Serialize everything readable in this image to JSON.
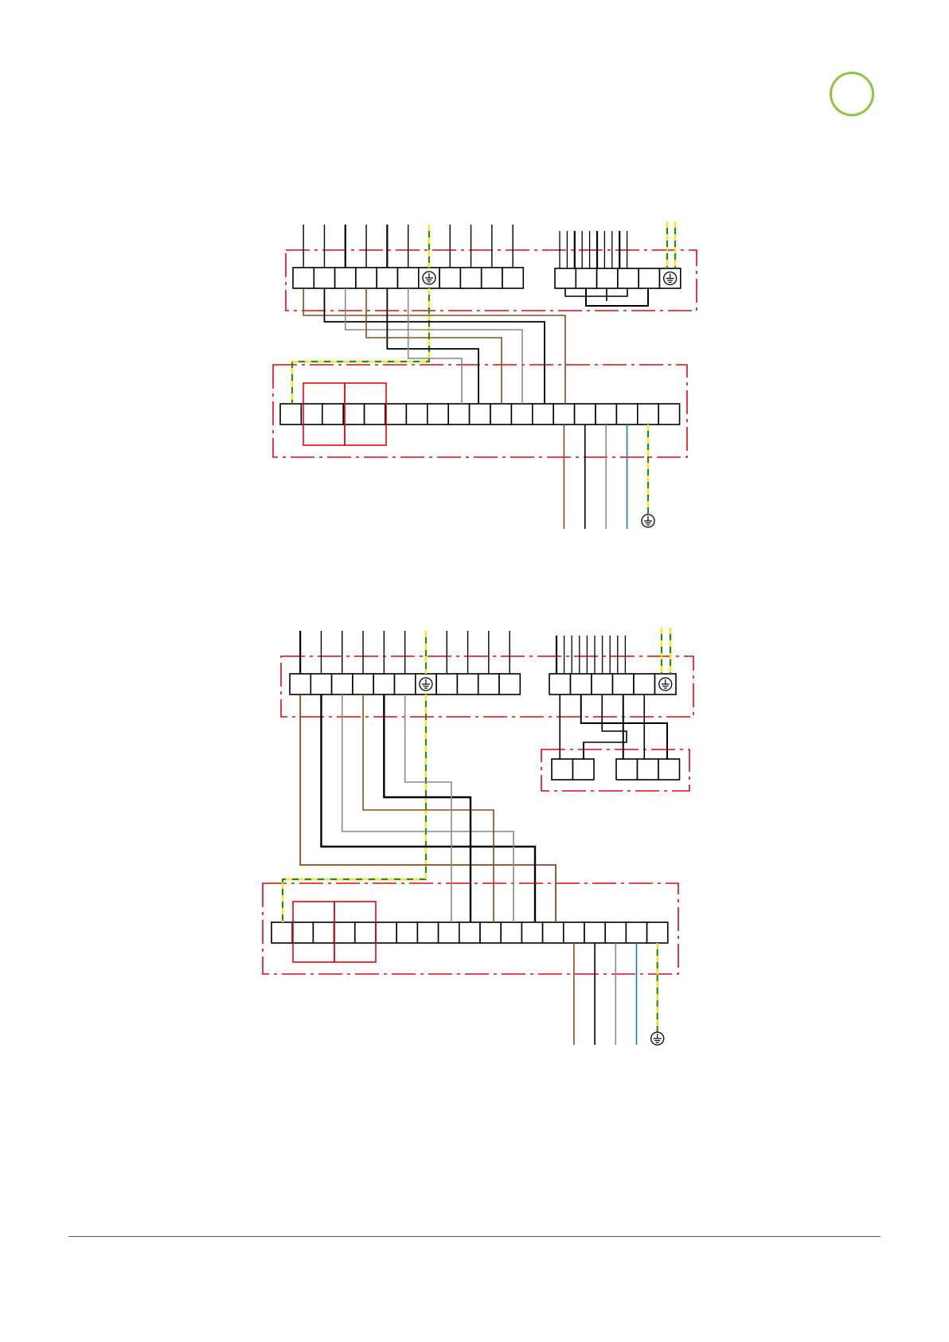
{
  "page": {
    "badge_label": "",
    "footer_text": ""
  },
  "colors": {
    "enclosure_dash": "#e30613",
    "earth_green": "#1f8a2e",
    "earth_yellow": "#ffed00",
    "brown": "#8b4a1a",
    "grey": "#8a8a8a",
    "blue": "#1976d2",
    "black": "#000000",
    "badge_green": "#8dc63f"
  },
  "icons": {
    "earth_terminal": "protective-earth-symbol",
    "ground": "ground-symbol",
    "badge": "green-circle-badge"
  },
  "diagrams": [
    {
      "id": "wiring-diagram-1",
      "upper_left_terminal_count": 11,
      "upper_right_terminal_count": 6,
      "main_terminal_count": 19,
      "supply_conductors": [
        "brown",
        "black",
        "grey",
        "blue",
        "earth"
      ]
    },
    {
      "id": "wiring-diagram-2",
      "upper_left_terminal_count": 11,
      "upper_right_terminal_count": 6,
      "relay_terminal_count": 5,
      "main_terminal_count": 19,
      "supply_conductors": [
        "brown",
        "black",
        "grey",
        "blue",
        "earth"
      ]
    }
  ]
}
